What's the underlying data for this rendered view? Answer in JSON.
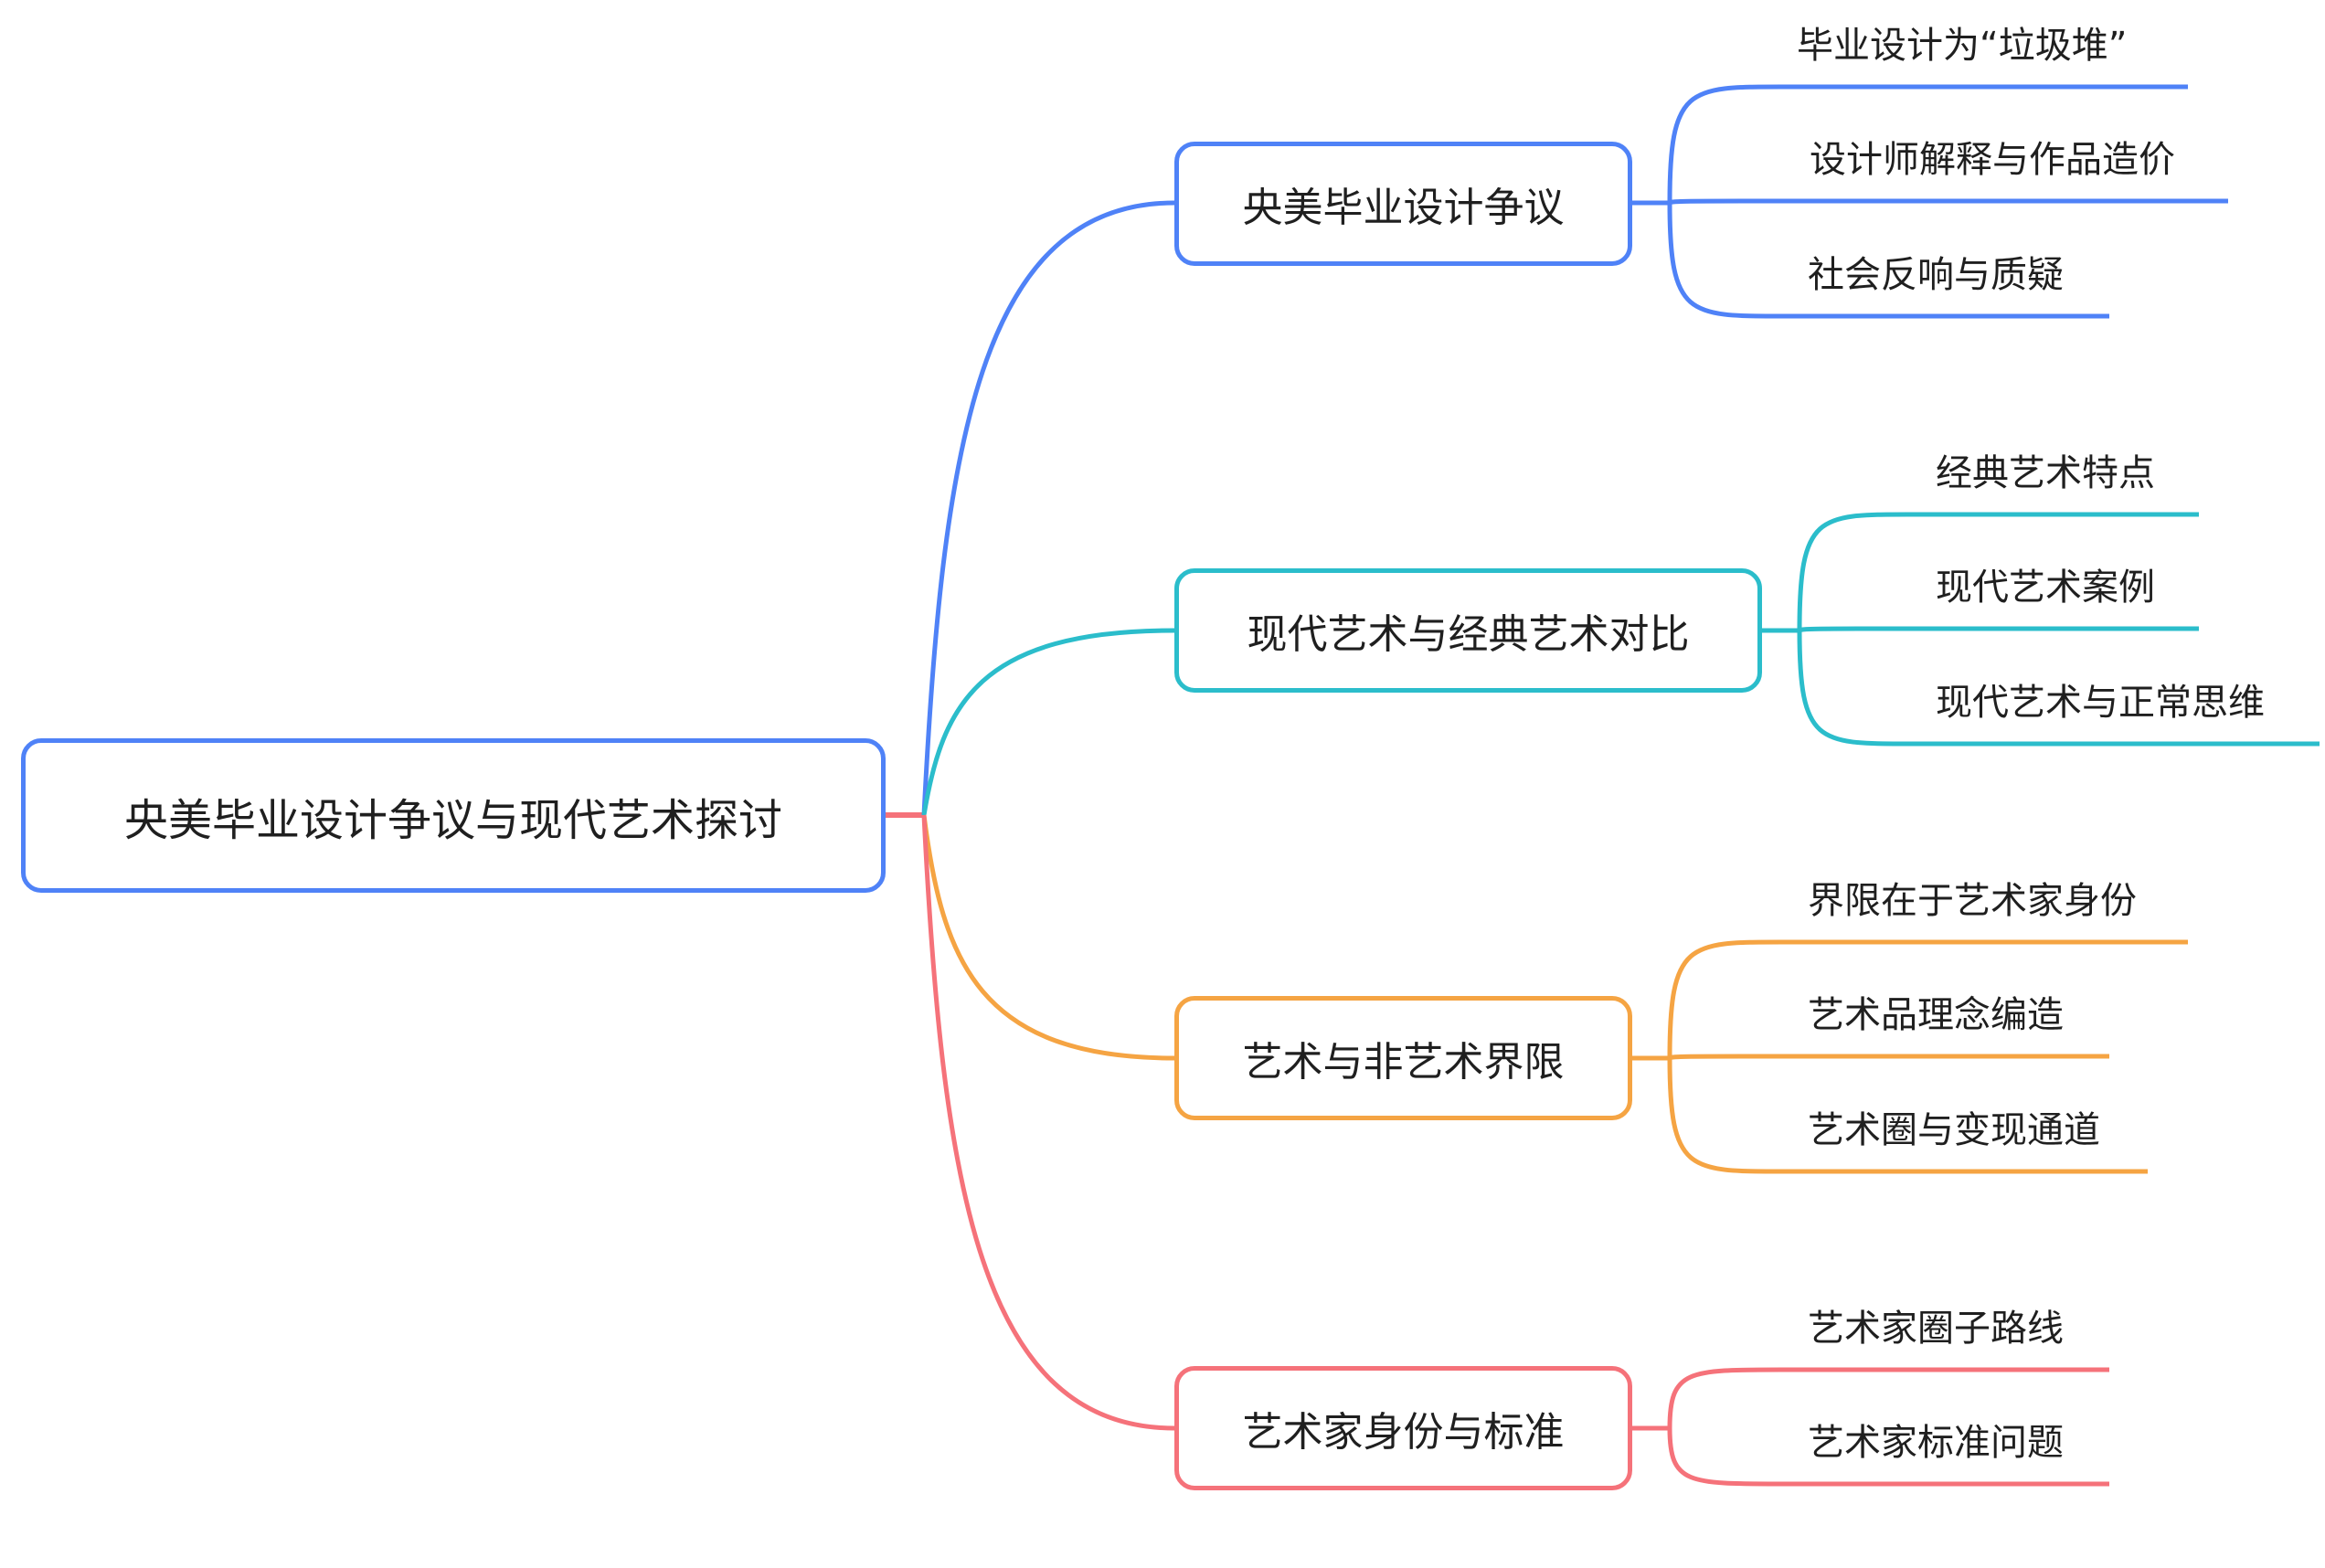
{
  "mindmap": {
    "root": {
      "label": "央美毕业设计争议与现代艺术探讨",
      "color": "#4f82f7"
    },
    "root_connector_color": "#f5727a",
    "branches": [
      {
        "label": "央美毕业设计争议",
        "color": "#4f82f7",
        "children": [
          "毕业设计为“垃圾堆”",
          "设计师解释与作品造价",
          "社会反响与质疑"
        ]
      },
      {
        "label": "现代艺术与经典艺术对比",
        "color": "#2bbdcb",
        "children": [
          "经典艺术特点",
          "现代艺术案例",
          "现代艺术与正常思维"
        ]
      },
      {
        "label": "艺术与非艺术界限",
        "color": "#f5a443",
        "children": [
          "界限在于艺术家身份",
          "艺术品理念编造",
          "艺术圈与变现通道"
        ]
      },
      {
        "label": "艺术家身份与标准",
        "color": "#f5727a",
        "children": [
          "艺术家圈子路线",
          "艺术家标准问题"
        ]
      }
    ]
  }
}
